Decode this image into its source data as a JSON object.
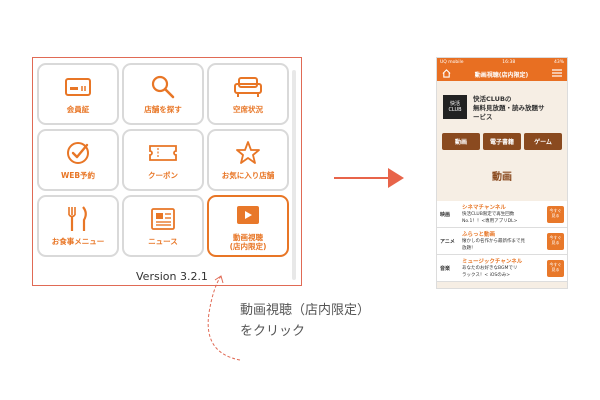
{
  "menu": {
    "tiles": [
      {
        "label": "会員証",
        "icon": "membership-card-icon"
      },
      {
        "label": "店舗を探す",
        "icon": "search-icon"
      },
      {
        "label": "空席状況",
        "icon": "sofa-icon"
      },
      {
        "label": "WEB予約",
        "icon": "check-circle-icon"
      },
      {
        "label": "クーポン",
        "icon": "coupon-ticket-icon"
      },
      {
        "label": "お気に入り店舗",
        "icon": "star-icon"
      },
      {
        "label": "お食事メニュー",
        "icon": "fork-knife-icon"
      },
      {
        "label": "ニュース",
        "icon": "newspaper-icon"
      },
      {
        "label": "動画視聴\n(店内限定)",
        "icon": "video-play-icon"
      }
    ],
    "version": "Version 3.2.1",
    "accent_color": "#e87626"
  },
  "annotation": "動画視聴（店内限定）\nをクリック",
  "phone": {
    "status": {
      "carrier": "UQ mobile",
      "time": "16:38",
      "battery": "43%"
    },
    "nav_title": "動画視聴(店内限定)",
    "brand_logo": "快活\nCLUB",
    "brand_text": "快活CLUBの\n無料見放題・読み放題サ\nービス",
    "categories": [
      "動画",
      "電子書籍",
      "ゲーム"
    ],
    "section_title": "動画",
    "rows": [
      {
        "kind": "映画",
        "name": "シネマチャンネル",
        "desc": "快活CLUB限定で再生回数\nNo.1！！<専用アプリDL>",
        "watch": "今すぐ\n見る"
      },
      {
        "kind": "アニメ",
        "name": "ふらっと動画",
        "desc": "懐かしの名作から最新作まで見\n放題！",
        "watch": "今すぐ\n見る"
      },
      {
        "kind": "音楽",
        "name": "ミュージックチャンネル",
        "desc": "あなたのお好きなBGMでリ\nラックス！< iOSのみ>",
        "watch": "今すぐ\n見る"
      }
    ]
  }
}
